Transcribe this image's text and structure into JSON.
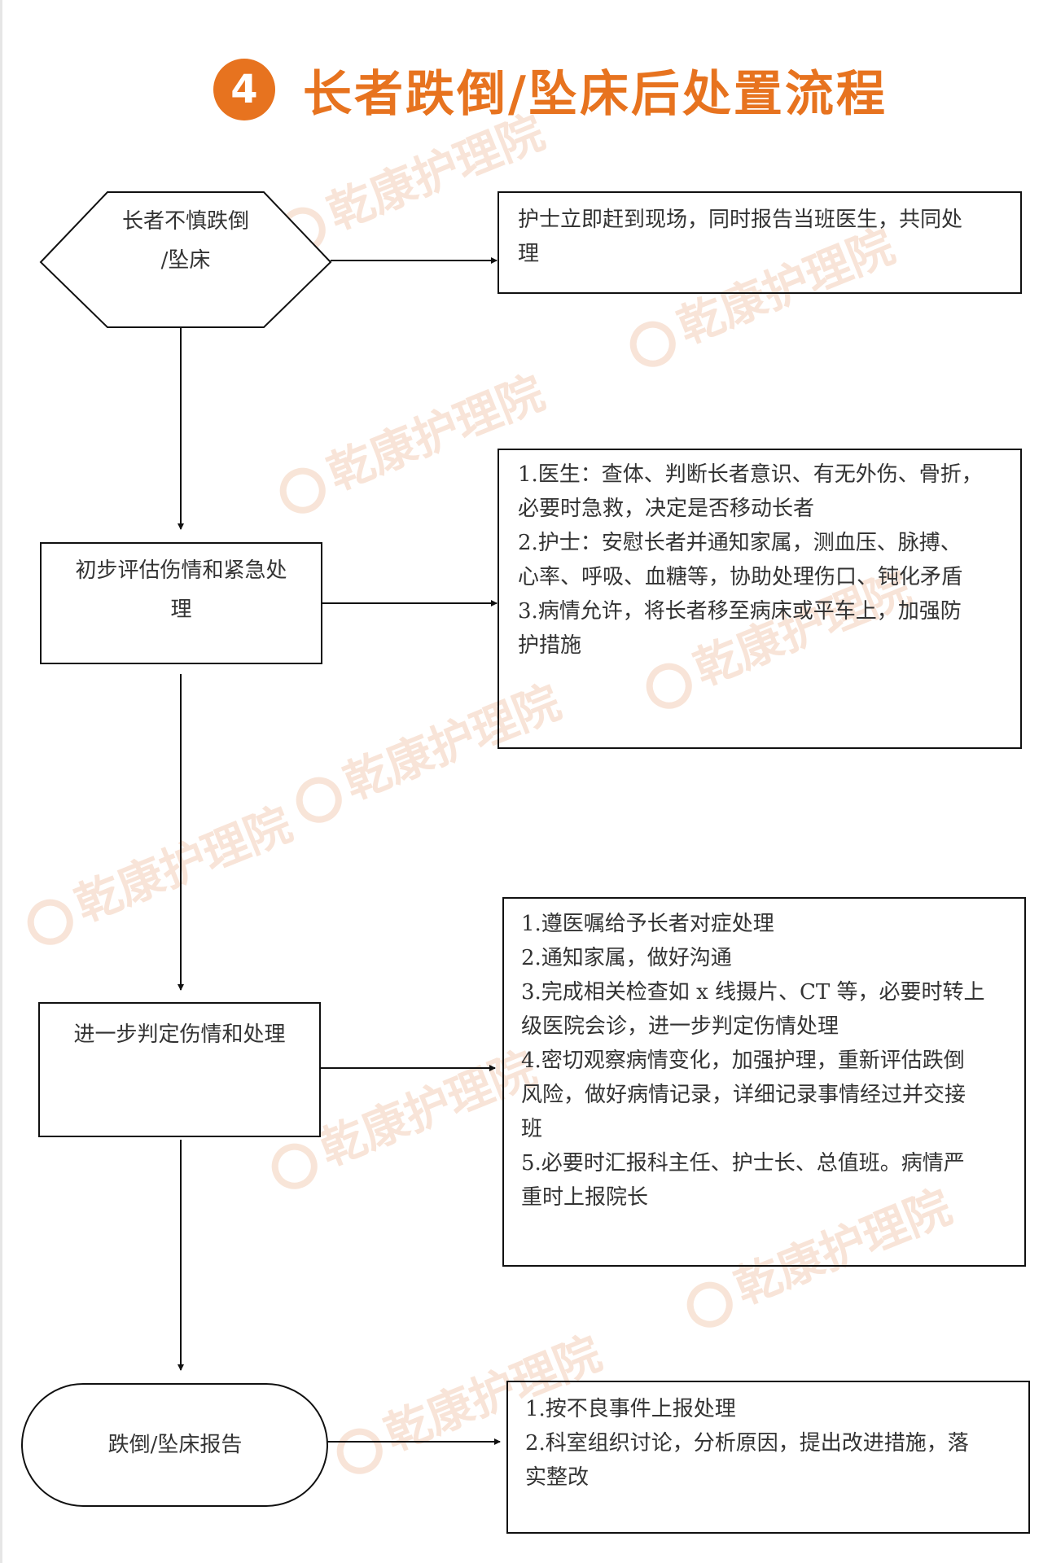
{
  "title": {
    "badge": "4",
    "text": "长者跌倒/坠床后处置流程"
  },
  "watermark": {
    "text": "乾康护理院",
    "color": "#f6dccb"
  },
  "colors": {
    "accent": "#e7731f",
    "line": "#111111"
  },
  "steps": [
    {
      "label_lines": [
        "长者不慎跌倒",
        "/坠床"
      ],
      "shape": "hexagon"
    },
    {
      "label_lines": [
        "初步评估伤情和紧急处",
        "理"
      ],
      "shape": "rectangle"
    },
    {
      "label_lines": [
        "进一步判定伤情和处理"
      ],
      "shape": "rectangle"
    },
    {
      "label_lines": [
        "跌倒/坠床报告"
      ],
      "shape": "rounded"
    }
  ],
  "details": [
    {
      "lines": [
        "护士立即赶到现场，同时报告当班医生，共同处",
        "理"
      ]
    },
    {
      "lines": [
        "1.医生：查体、判断长者意识、有无外伤、骨折，",
        "必要时急救，决定是否移动长者",
        "2.护士：安慰长者并通知家属，测血压、脉搏、",
        "心率、呼吸、血糖等，协助处理伤口、钝化矛盾",
        "3.病情允许，将长者移至病床或平车上，加强防",
        "护措施"
      ]
    },
    {
      "lines": [
        "1.遵医嘱给予长者对症处理",
        "2.通知家属，做好沟通",
        "3.完成相关检查如 x 线摄片、CT 等，必要时转上",
        "级医院会诊，进一步判定伤情处理",
        "4.密切观察病情变化，加强护理，重新评估跌倒",
        "风险，做好病情记录，详细记录事情经过并交接",
        "班",
        "5.必要时汇报科主任、护士长、总值班。病情严",
        "重时上报院长"
      ]
    },
    {
      "lines": [
        "1.按不良事件上报处理",
        "2.科室组织讨论，分析原因，提出改进措施，落",
        "实整改"
      ]
    }
  ]
}
